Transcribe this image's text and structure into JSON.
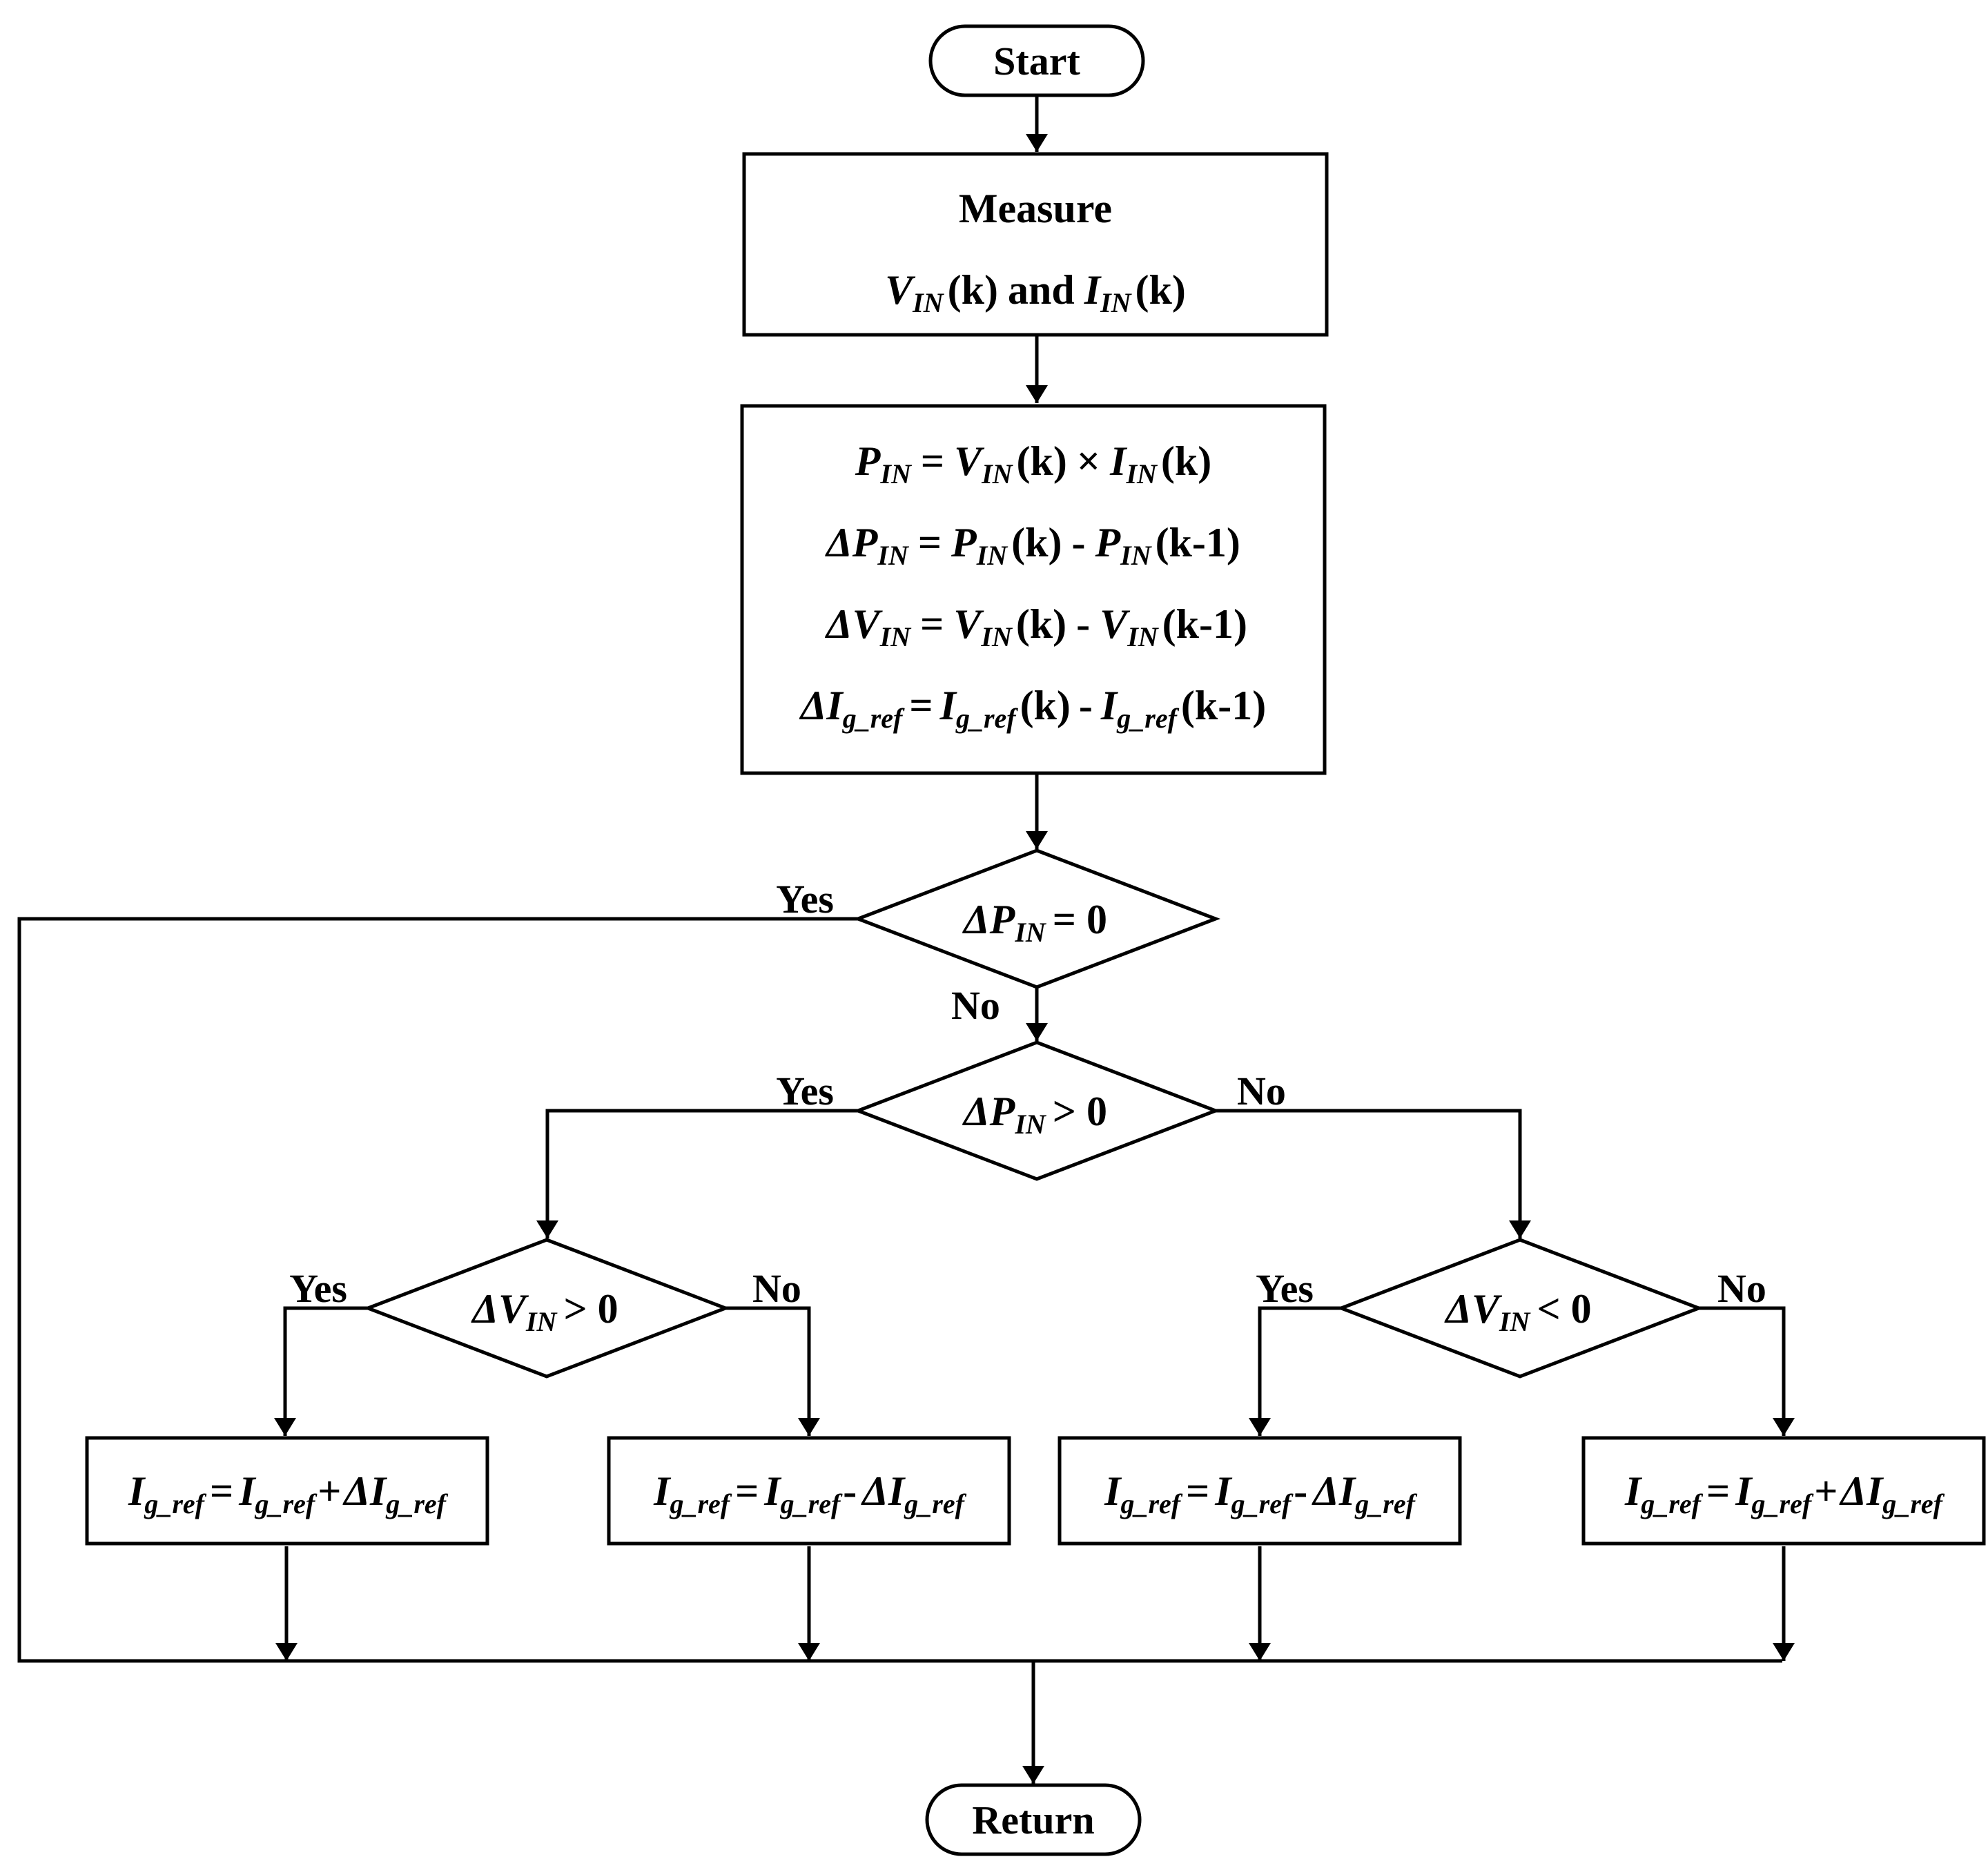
{
  "terminals": {
    "start": "Start",
    "return": "Return"
  },
  "measure": {
    "title": "Measure",
    "line": {
      "v": "V",
      "v_sub": "IN",
      "v_arg": "(k)",
      "and": "and",
      "i": "I",
      "i_sub": "IN",
      "i_arg": "(k)"
    }
  },
  "compute": {
    "eq1": [
      "P",
      "IN",
      "=",
      "V",
      "IN",
      "(k)",
      "×",
      "I",
      "IN",
      "(k)"
    ],
    "eq2": [
      "ΔP",
      "IN",
      "=",
      "P",
      "IN",
      "(k)",
      "-",
      "P",
      "IN",
      "(k-1)"
    ],
    "eq3": [
      "ΔV",
      "IN",
      "=",
      "V",
      "IN",
      "(k)",
      "-",
      "V",
      "IN",
      "(k-1)"
    ],
    "eq4": [
      "ΔI",
      "g_ref",
      "=",
      "I",
      "g_ref",
      "(k)",
      "-",
      "I",
      "g_ref",
      "(k-1)"
    ]
  },
  "decisions": {
    "d1": {
      "sym": "ΔP",
      "sub": "IN",
      "rel": "= 0"
    },
    "d2": {
      "sym": "ΔP",
      "sub": "IN",
      "rel": "> 0"
    },
    "d3": {
      "sym": "ΔV",
      "sub": "IN",
      "rel": "> 0"
    },
    "d4": {
      "sym": "ΔV",
      "sub": "IN",
      "rel": "< 0"
    }
  },
  "labels": {
    "yes": "Yes",
    "no": "No"
  },
  "actions": {
    "a1": [
      "I",
      "g_ref",
      "=",
      "I",
      "g_ref",
      "+",
      "ΔI",
      "g_ref"
    ],
    "a2": [
      "I",
      "g_ref",
      "=",
      "I",
      "g_ref",
      "-",
      "ΔI",
      "g_ref"
    ],
    "a3": [
      "I",
      "g_ref",
      "=",
      "I",
      "g_ref",
      "-",
      "ΔI",
      "g_ref"
    ],
    "a4": [
      "I",
      "g_ref",
      "=",
      "I",
      "g_ref",
      "+",
      "ΔI",
      "g_ref"
    ]
  }
}
